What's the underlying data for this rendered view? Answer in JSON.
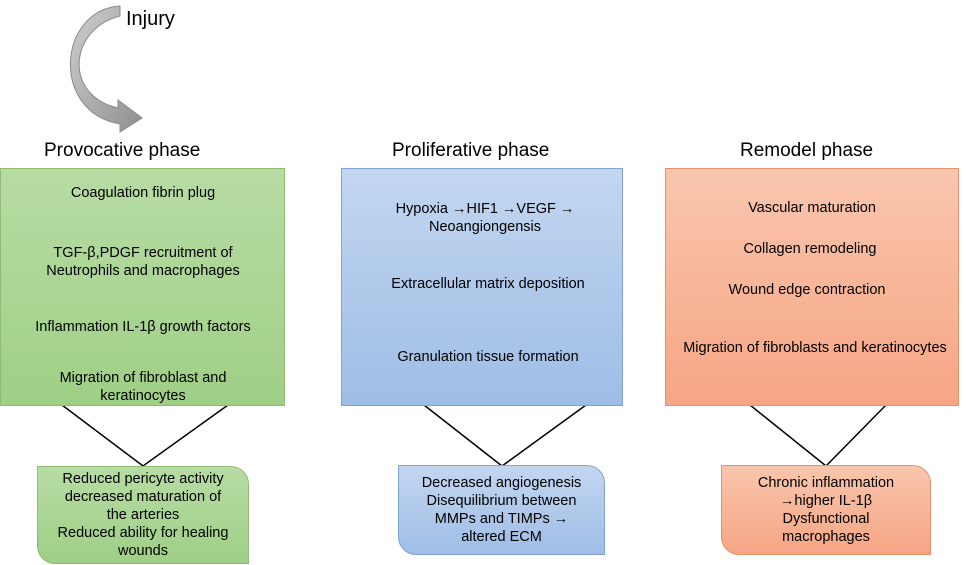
{
  "injury": {
    "label": "Injury"
  },
  "phases": [
    {
      "title": "Provocative phase",
      "steps": [
        "Coagulation fibrin plug",
        "TGF-β,PDGF recruitment of",
        "Neutrophils and macrophages",
        "Inflammation IL-1β growth factors",
        "Migration of fibroblast and",
        "keratinocytes"
      ],
      "outcome": [
        "Reduced pericyte activity",
        "decreased maturation of",
        "the arteries",
        "Reduced ability for healing",
        "wounds"
      ]
    },
    {
      "title": "Proliferative phase",
      "steps": [
        "Hypoxia →HIF1 →VEGF →",
        "Neoangiongensis",
        "Extracellular matrix deposition",
        "Granulation tissue formation"
      ],
      "outcome": [
        "Decreased angiogenesis",
        "Disequilibrium between",
        "MMPs and TIMPs →",
        "altered ECM"
      ]
    },
    {
      "title": "Remodel phase",
      "steps": [
        "Vascular maturation",
        "Collagen remodeling",
        "Wound edge contraction",
        "Migration of fibroblasts and keratinocytes"
      ],
      "outcome": [
        "Chronic inflammation",
        "→higher IL-1β",
        "Dysfunctional",
        "macrophages"
      ]
    }
  ],
  "colors": {
    "green": "#a8d591",
    "blue": "#a8c4ea",
    "orange": "#f7b497",
    "arrow_gray": "#a6a6a6"
  }
}
